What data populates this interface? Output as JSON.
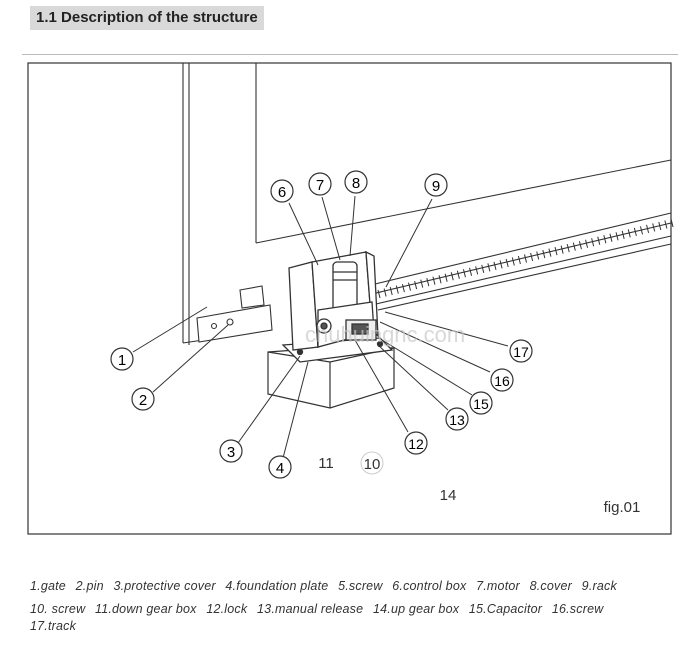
{
  "section_title": "1.1 Description of the structure",
  "figure_label": "fig.01",
  "watermark": "chuhuingnc.com",
  "callouts": [
    "1",
    "2",
    "3",
    "4",
    "6",
    "7",
    "8",
    "9",
    "12",
    "13",
    "15",
    "16",
    "17"
  ],
  "plain_labels": {
    "n10": "10",
    "n11": "11",
    "n14": "14"
  },
  "legend": [
    "1.gate",
    "2.pin",
    "3.protective cover",
    "4.foundation plate",
    "5.screw",
    "6.control box",
    "7.motor",
    "8.cover",
    "9.rack",
    "10. screw",
    "11.down gear box",
    "12.lock",
    "13.manual release",
    "14.up gear box",
    "15.Capacitor",
    "16.screw",
    "17.track"
  ],
  "colors": {
    "line": "#333333",
    "watermark": "#c8c8c8",
    "title_bg": "#d9d9d9"
  }
}
